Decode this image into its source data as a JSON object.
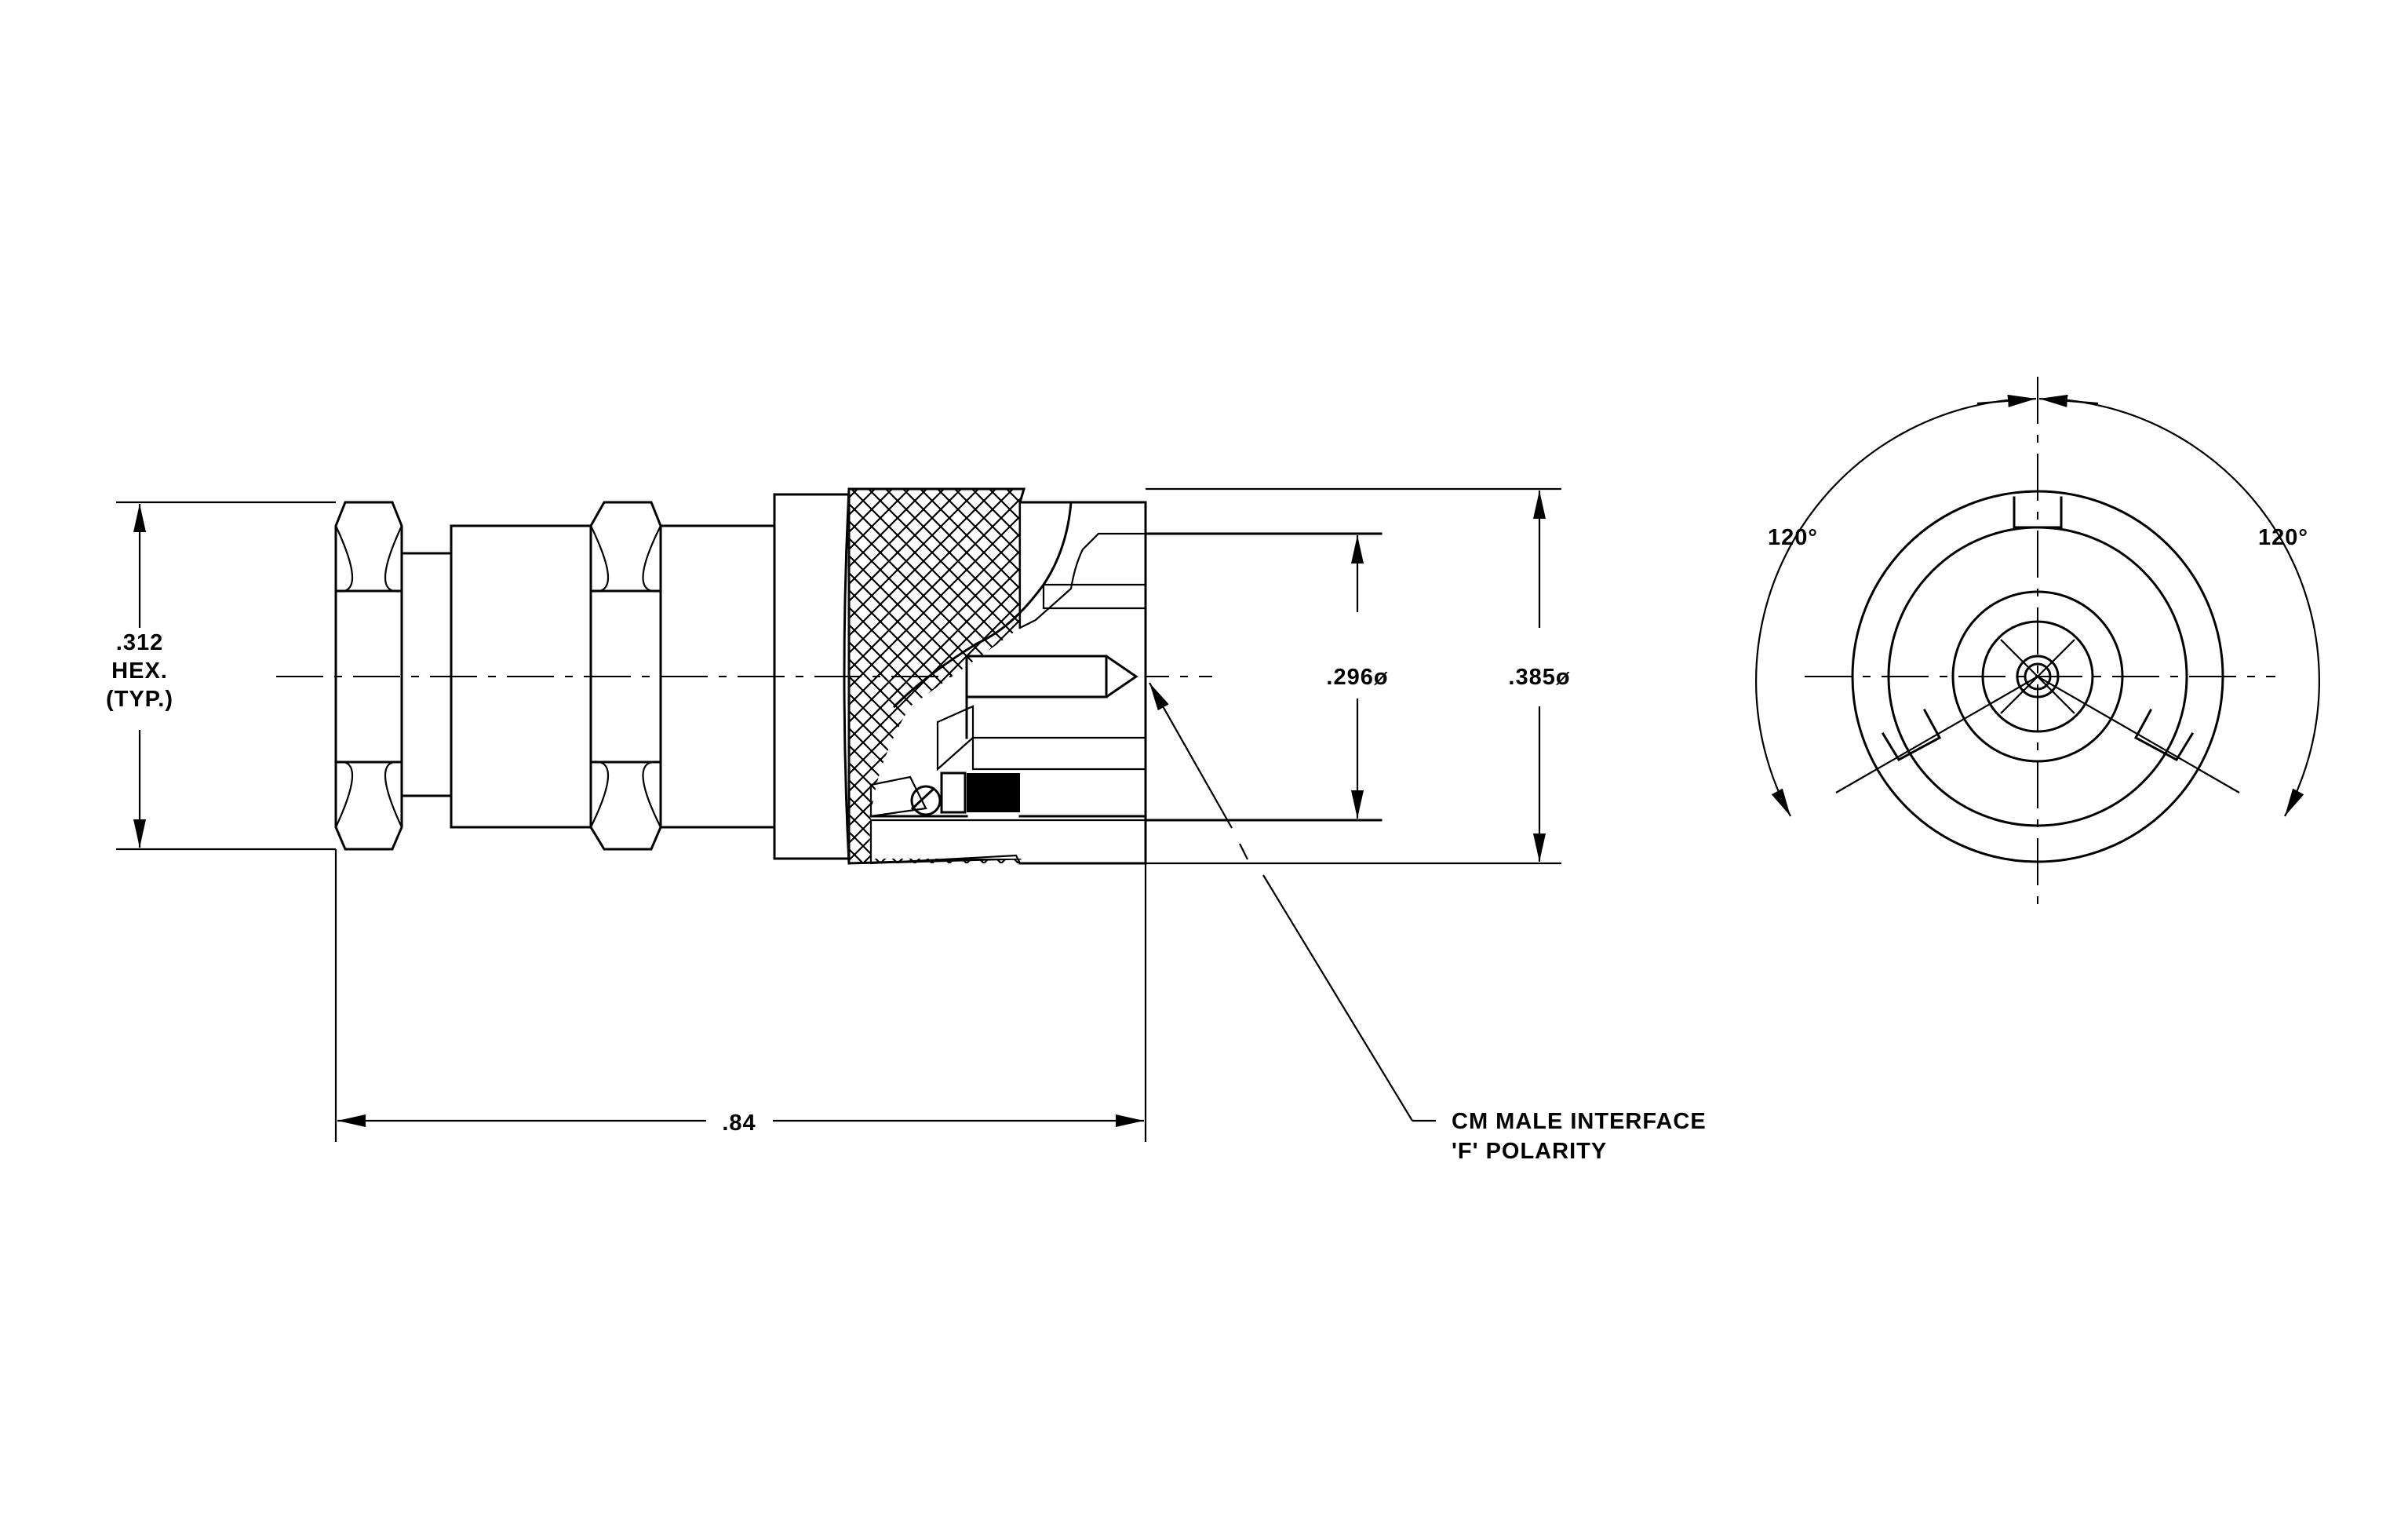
{
  "dimensions": {
    "hex_value": ".312",
    "hex_line2": "HEX.",
    "hex_line3": "(TYP.)",
    "length": ".84",
    "inner_dia": ".296ø",
    "outer_dia": ".385ø",
    "angle_left": "120°",
    "angle_right": "120°"
  },
  "callout": {
    "line1": "CM MALE INTERFACE",
    "line2": "'F' POLARITY"
  }
}
